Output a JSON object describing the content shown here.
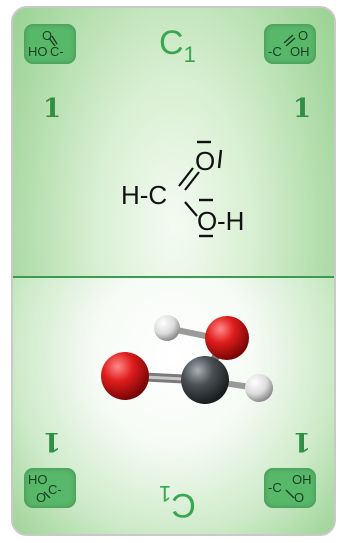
{
  "card": {
    "title_letter": "C",
    "title_subscript": "1",
    "count": "1",
    "badge_group": {
      "left_line1": "O",
      "left_line2": "HO",
      "left_line2_suffix": "C-",
      "right_line1": "O",
      "right_line2_prefix": "-C",
      "right_line2": "OH"
    },
    "structural_formula": {
      "h_left": "H-C",
      "top_o": "O",
      "right_o": "O",
      "h_right": "-H"
    },
    "molecule_model": {
      "atoms": [
        "H",
        "O",
        "C",
        "O",
        "H"
      ]
    },
    "colors": {
      "badge": "#58b86a",
      "text_green": "#3aa650",
      "count_green": "#2f8f45",
      "oxygen": "#d81f1f",
      "carbon": "#3b3f42",
      "hydrogen": "#eeeeee"
    }
  }
}
